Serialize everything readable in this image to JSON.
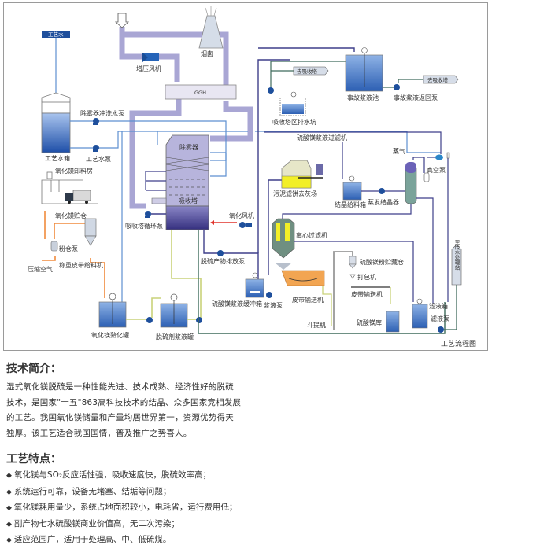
{
  "diagram": {
    "caption": "工艺流程图",
    "labels": {
      "process_water_source": "工艺水",
      "process_water_tank": "工艺水箱",
      "demister_wash_pump": "除雾器冲洗水泵",
      "process_water_pump": "工艺水泵",
      "booster_fan": "增压风机",
      "chimney": "烟囱",
      "ggh": "GGH",
      "demister": "除雾器",
      "absorber": "吸收塔",
      "absorber_circulation_pump": "吸收塔循环泵",
      "oxidation_fan": "氧化风机",
      "mgo_unloading_room": "氧化镁卸料房",
      "mgo_silo": "氧化镁贮仓",
      "powder_pump": "粉仓泵",
      "compressed_air": "压缩空气",
      "weigh_belt_feeder": "称重皮带给料机",
      "mgo_slaking_tank": "氧化镁熟化罐",
      "desulfurizer_slurry_tank": "脱硫剂浆液罐",
      "byproduct_discharge_pump": "脱硫产物排放泵",
      "mgso4_buffer_tank": "硫酸镁浆液缓冲箱",
      "slurry_pump": "浆液泵",
      "to_absorber_1": "去吸收塔",
      "to_absorber_2": "去吸收塔",
      "emergency_slurry_pool": "事故浆液池",
      "emergency_return_pump": "事故浆液返回泵",
      "absorber_drain_pit": "吸收塔区排水坑",
      "mgso4_filter": "硫酸镁浆液过滤机",
      "sludge_to_ash": "污泥滤饼去灰场",
      "crystal_feed_tank": "结晶给料箱",
      "evaporative_crystallizer": "蒸发结晶器",
      "steam": "蒸气",
      "vacuum_pump": "真空泵",
      "centrifuge": "离心过滤机",
      "mgso4_powder_silo": "硫酸镁粉贮藏仓",
      "packing_machine": "打包机",
      "belt_conveyor_1": "皮带输送机",
      "belt_conveyor_2": "皮带输送机",
      "bucket_elevator": "斗提机",
      "mgso4_warehouse": "硫酸镁库",
      "filtrate_tank": "滤液箱",
      "filtrate_pump": "滤液泵",
      "to_wastewater": "至废水处理站"
    },
    "colors": {
      "flue_gas": "#a9a6d4",
      "water_line": "#5d8fd0",
      "slurry_line": "#3e3f8a",
      "green_line": "#3f6b5c",
      "yellow_line": "#c9d27a",
      "orange_line": "#f08a3c",
      "air_line": "#e0322b",
      "tank_blue": "#3d6fc0"
    }
  },
  "intro": {
    "title": "技术简介：",
    "lines": [
      "湿式氧化镁脱硫是一种性能先进、技术成熟、经济性好的脱硫",
      "技术，是国家\"十五\"863高科技技术的结晶、众多国家竞相发展",
      "的工艺。我国氧化镁储量和产量均居世界第一，资源优势得天",
      "独厚。该工艺适合我国国情，普及推广之势喜人。"
    ]
  },
  "features": {
    "title": "工艺特点：",
    "bullet": "◆",
    "items": [
      "氧化镁与SO₂反应活性强，吸收速度快，脱硫效率高；",
      "系统运行可靠，设备无堵塞、结垢等问题；",
      "氧化镁耗用量少，系统占地面积较小，电耗省，运行费用低；",
      "副产物七水硫酸镁商业价值高，无二次污染；",
      "适应范围广，适用于处理高、中、低硫煤。"
    ]
  }
}
